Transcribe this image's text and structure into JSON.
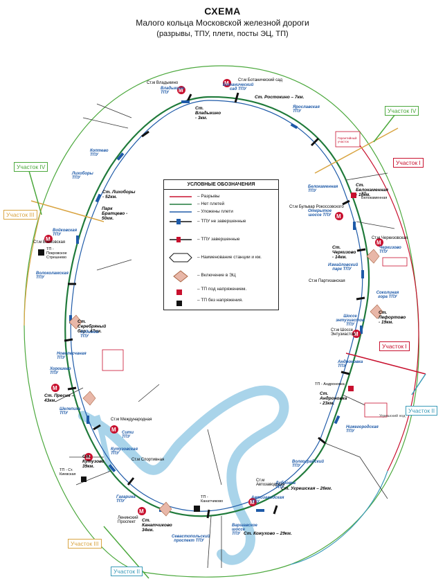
{
  "title": {
    "heading": "СХЕМА",
    "subtitle": "Малого кольца Московской железной дороги",
    "note": "(разрывы, ТПУ, плети, посты ЭЦ, ТП)"
  },
  "legend": {
    "heading": "УСЛОВНЫЕ ОБОЗНАЧЕНИЯ",
    "items": [
      {
        "text": "– Разрывы"
      },
      {
        "text": "– Нет плетей"
      },
      {
        "text": "– Уложены плети"
      },
      {
        "text": "– ТПУ не завершенные"
      },
      {
        "text": "– ТПУ завершенные"
      },
      {
        "text": "– Наименование станции и км."
      },
      {
        "text": "– Включение в ЭЦ"
      },
      {
        "text": "– ТП под напряжением."
      },
      {
        "text": "– ТП без напряжения."
      }
    ]
  },
  "sections": {
    "uch_iv_right": "Участок IV",
    "uch_i_top": "Участок I",
    "uch_iv_left": "Участок IV",
    "uch_iii_left": "Участок III",
    "uch_i_mid": "Участок I",
    "uch_ii_right": "Участок II",
    "uch_iii_bottom": "Участок III",
    "uch_ii_bottom": "Участок II"
  },
  "stations": {
    "vladykino": "Ст. Владыкино - 3км.",
    "rostokino": "Ст. Ростокино – 7км.",
    "belokamennaya": "Ст. Белокаменная - 10км.",
    "cherkizovo": "Ст. Черкизово - 14км.",
    "lefortovo": "Ст. Лефортово - 19км.",
    "andronovka": "Ст. Андроновка - 23км.",
    "ugreshskaya": "Ст. Угрешская – 26км.",
    "kozhuhovo": "Ст. Кожухово – 29км.",
    "kanatchikovo": "Ст. Канатчиково 34км.",
    "kutuzovo": "Ст. Кутузово 39км.",
    "presnya": "Ст. Пресня – 43км.",
    "serebryany_bor": "Ст. Серебряный бор - 47км.",
    "park_bratcevo": "Парк Братцево - 50км.",
    "likhobory": "Ст. Лихоборы - 52км."
  },
  "tpu": {
    "botanichesky": "Ботанический сад ТПУ",
    "yaroslavskaya": "Ярославская ТПУ",
    "vladykino": "Владыкино ТПУ",
    "belokamennaya": "Белокаменная ТПУ",
    "otkrytoe": "Открытое шоссе ТПУ",
    "cherkizovo": "Черкизово ТПУ",
    "izmaylovsky": "Измайловский парк ТПУ",
    "sokolinaya": "Соколиная гора ТПУ",
    "entuziastov": "Шоссе энтузиастов ТПУ",
    "andronovka": "Андроновка ТПУ",
    "nizhegorodskaya": "Нижегородская ТПУ",
    "volgogradsky": "Волгоградский ТПУ",
    "dubrovka": "Дубровка ТПУ",
    "avtozavodskaya": "Автозаводская ТПУ",
    "varshavskaya": "Варшавское шоссе ТПУ",
    "sevastopolsky": "Севастопольский проспект ТПУ",
    "gagarina": "Гагарина ТПУ",
    "kutuzovsky": "Кутузовская ТПУ",
    "delovoy": "Сити ТПУ",
    "shelepikha": "Шелепиха ТПУ",
    "khoroshevo": "Хорошево ТПУ",
    "khodynka": "Ходынка ТПУ",
    "novopeschanaya": "Новопесчаная ТПУ",
    "volokolamskaya": "Волоколамская ТПУ",
    "voykovskaya": "Войковская ТПУ",
    "likhobory": "Лихоборы ТПУ",
    "koptevo": "Коптево ТПУ"
  },
  "tp": {
    "belokamenn": "ТП - Белокаменная",
    "pokrovskoe": "ТП - Покровское Стрешнево",
    "andronovka": "ТП - Андроновка",
    "kanatchikovo": "ТП - Канатчиково",
    "kievskaya": "ТП - Ст. Киевская"
  },
  "metro": {
    "vladykino": "Ст.м Владыкино",
    "botanichesky": "Ст.м Ботанический сад",
    "bulvar": "Ст.м Бульвар Рокоссовского",
    "cherkizovskaya": "Ст.м Черкизовская",
    "partizanskaya": "Ст.м Партизанская",
    "shosse": "Ст.м Шоссе Энтузиастов",
    "avtozavodskaya": "Ст.м Автозаводская",
    "leninsky": "Ленинский Проспект",
    "mezhdunarodnaya": "Ст.м Международная",
    "sportivnaya": "Ст.м Спортивная",
    "voykovskaya": "Ст.м Войковская"
  },
  "misc": {
    "garanty": "Гарантийный участок",
    "ugresh_rail": "Угрешский ход"
  },
  "colors": {
    "ring_track": "#1f7a3a",
    "ring_blue": "#1e5aa8",
    "river": "#a9d4ea",
    "section_green": "#4ba83c",
    "section_orange": "#d9a441",
    "section_red": "#c8102e",
    "section_teal": "#3a9ab8"
  }
}
